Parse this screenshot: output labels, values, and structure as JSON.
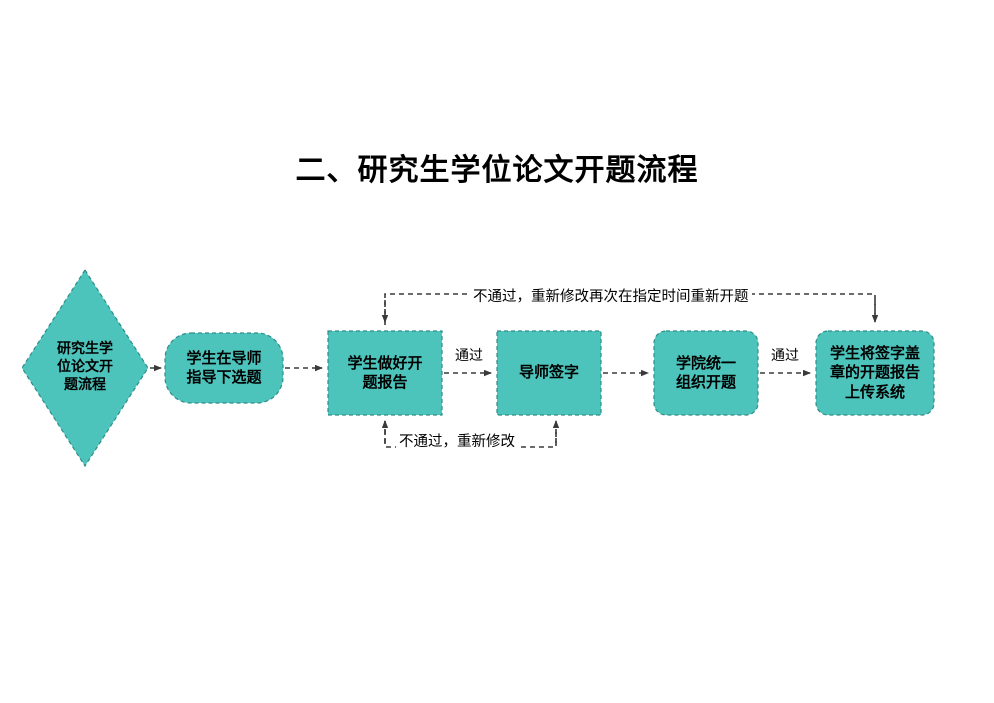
{
  "title": "二、研究生学位论文开题流程",
  "diagram": {
    "type": "flowchart",
    "orientation": "left-to-right",
    "fill_color": "#4CC4BC",
    "border_color": "#2E8D88",
    "border_style": "dashed",
    "line_color": "#3A3A3A",
    "nodes": [
      {
        "id": "start",
        "shape": "diamond",
        "label": "研究生学\n位论文开\n题流程"
      },
      {
        "id": "topic",
        "shape": "rounded-rectangle",
        "label": "学生在导师\n指导下选题"
      },
      {
        "id": "report",
        "shape": "rectangle",
        "label": "学生做好开\n题报告"
      },
      {
        "id": "sign",
        "shape": "rectangle",
        "label": "导师签字"
      },
      {
        "id": "college",
        "shape": "rounded-rectangle",
        "label": "学院统一\n组织开题"
      },
      {
        "id": "upload",
        "shape": "rounded-rectangle",
        "label": "学生将签字盖\n章的开题报告\n上传系统"
      }
    ],
    "edges": [
      {
        "id": "e1",
        "from": "start",
        "to": "report",
        "label": ""
      },
      {
        "id": "e2",
        "from": "topic",
        "to": "report",
        "label": ""
      },
      {
        "id": "e3",
        "from": "report",
        "to": "sign",
        "label": "通过"
      },
      {
        "id": "e4",
        "from": "sign",
        "to": "college",
        "label": ""
      },
      {
        "id": "e5",
        "from": "college",
        "to": "upload",
        "label": "通过"
      },
      {
        "id": "e6",
        "from": "upload",
        "to": "report",
        "label": "不通过，重新修改再次在指定时间重新开题"
      },
      {
        "id": "e7",
        "from": "sign",
        "to": "report",
        "label": "不通过，重新修改"
      }
    ]
  }
}
